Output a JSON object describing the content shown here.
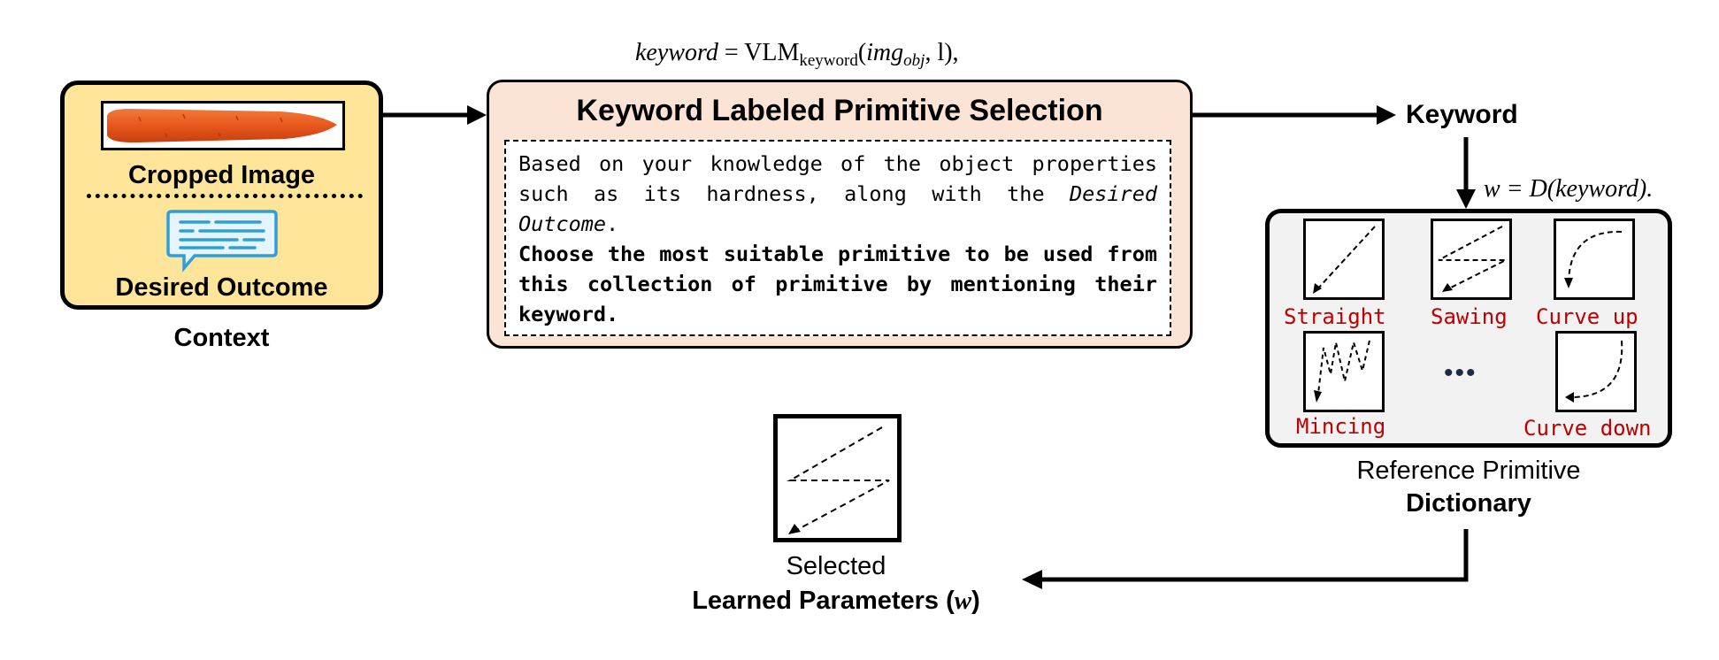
{
  "context": {
    "cropped_image_label": "Cropped Image",
    "desired_outcome_label": "Desired Outcome",
    "caption": "Context"
  },
  "formulas": {
    "keyword_lhs": "keyword",
    "keyword_eq": " = VLM",
    "keyword_sub": "keyword",
    "keyword_arg": "img",
    "keyword_arg_sub": "obj",
    "keyword_tail": ", l),",
    "dict_formula": "w = D(keyword)."
  },
  "selection": {
    "title": "Keyword Labeled Primitive Selection",
    "prompt_line1": "Based on your knowledge of the object properties such as its hardness, along with the ",
    "prompt_italic": "Desired Outcome",
    "prompt_line1_end": ".",
    "prompt_bold": "Choose the most suitable primitive to be used from this collection of primitive by mentioning their keyword."
  },
  "keyword_output": "Keyword",
  "dictionary": {
    "primitives": [
      "Straight",
      "Sawing",
      "Curve up",
      "Mincing",
      "Curve down"
    ],
    "ellipsis": "•••",
    "caption_line1": "Reference Primitive",
    "caption_line2": "Dictionary"
  },
  "selected": {
    "caption_line1": "Selected",
    "caption_line2": "Learned Parameters (",
    "caption_var": "w",
    "caption_close": ")"
  },
  "colors": {
    "context_fill": "#ffe59a",
    "selection_fill": "#fbe4d5",
    "dictionary_fill": "#f2f2f2",
    "primitive_label": "#c00000",
    "chat_icon": "#2e9fd8"
  },
  "icons": [
    "carrot-image",
    "chat-bubble-icon"
  ]
}
